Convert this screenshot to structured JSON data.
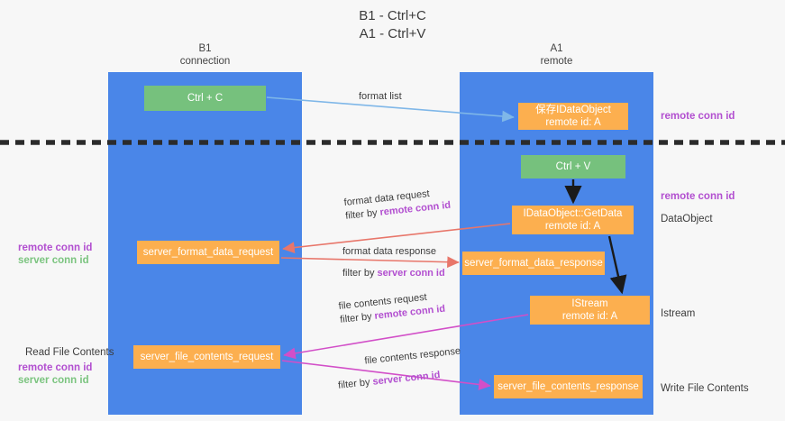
{
  "title": {
    "line1": "B1 - Ctrl+C",
    "line2": "A1 - Ctrl+V"
  },
  "columns": {
    "left": {
      "name": "B1",
      "role": "connection"
    },
    "right": {
      "name": "A1",
      "role": "remote"
    }
  },
  "boxes": {
    "ctrl_c": {
      "label": "Ctrl + C",
      "color": "#76c17d"
    },
    "save_dataobject": {
      "line1": "保存IDataObject",
      "line2": "remote id: A",
      "color": "#fcaf4f"
    },
    "ctrl_v": {
      "label": "Ctrl + V",
      "color": "#76c17d"
    },
    "getdata": {
      "line1": "IDataObject::GetData",
      "line2": "remote id: A",
      "color": "#fcaf4f"
    },
    "server_format_data_request": {
      "label": "server_format_data_request",
      "color": "#fcaf4f"
    },
    "server_format_data_response": {
      "label": "server_format_data_response",
      "color": "#fcaf4f"
    },
    "istream": {
      "line1": "IStream",
      "line2": "remote id: A",
      "color": "#fcaf4f"
    },
    "server_file_contents_request": {
      "label": "server_file_contents_request",
      "color": "#fcaf4f"
    },
    "server_file_contents_response": {
      "label": "server_file_contents_response",
      "color": "#fcaf4f"
    }
  },
  "edge_labels": {
    "format_list": "format list",
    "format_data_request": {
      "line1": "format data request",
      "prefix": "filter by ",
      "highlight": "remote conn id"
    },
    "format_data_response": {
      "line1": "format data response",
      "prefix": "filter by ",
      "highlight": "server conn id"
    },
    "file_contents_request": {
      "line1": "file contents request",
      "prefix": "filter by ",
      "highlight": "remote conn id"
    },
    "file_contents_response": {
      "line1": "file contents response",
      "prefix": "filter by ",
      "highlight": "server conn id"
    }
  },
  "annotations": {
    "right_remote_conn_id_top": "remote conn id",
    "right_remote_conn_id_mid": "remote conn id",
    "right_dataobject": "DataObject",
    "right_istream": "Istream",
    "right_write_file_contents": "Write File Contents",
    "left_remote_conn_id_1": "remote conn id",
    "left_server_conn_id_1": "server conn id",
    "left_read_file_contents": "Read File Contents",
    "left_remote_conn_id_2": "remote conn id",
    "left_server_conn_id_2": "server conn id"
  },
  "colors": {
    "column_blue": "#4a86e8",
    "box_green": "#76c17d",
    "box_orange": "#fcaf4f",
    "purple": "#b24fd0",
    "green_text": "#7bc47f",
    "arrow_blue": "#7fb7e8",
    "arrow_red": "#e8766a",
    "arrow_magenta": "#d24fc8",
    "arrow_black": "#1a1a1a",
    "separator": "#2b2b2b",
    "background": "#f7f7f7"
  }
}
